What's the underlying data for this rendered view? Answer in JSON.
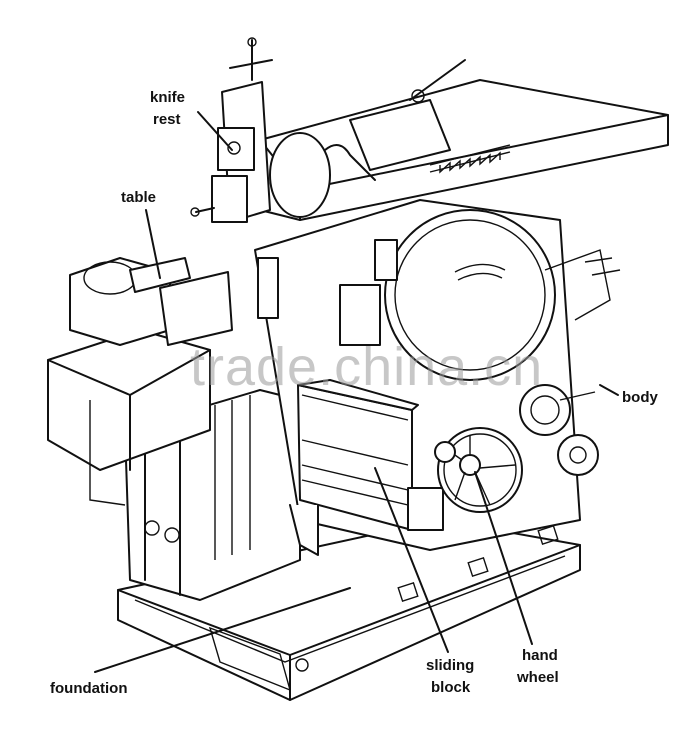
{
  "labels": {
    "knife_rest": [
      "knife",
      "rest"
    ],
    "table": "table",
    "body": "body",
    "foundation": "foundation",
    "sliding_block": [
      "sliding",
      "block"
    ],
    "hand_wheel": [
      "hand",
      "wheel"
    ]
  },
  "watermark": "trade.china.cn",
  "colors": {
    "ink": "#111111",
    "background": "#ffffff",
    "watermark": "#9a9a9a"
  }
}
